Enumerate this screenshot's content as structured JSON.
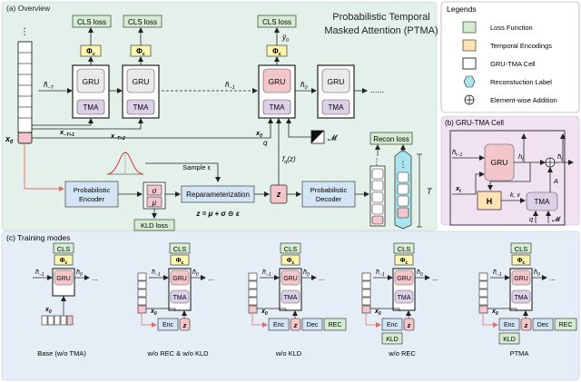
{
  "overview": {
    "section_label": "(a) Overview",
    "title_line1": "Probabilistic Temporal",
    "title_line2": "Masked Attention (PTMA)",
    "cls_loss": "CLS loss",
    "phi_c": "Φ",
    "phi_sub": "c",
    "y0": "ŷ",
    "y0_sub": "0",
    "gru": "GRU",
    "tma": "TMA",
    "h_minus_T": "h̄",
    "h_minus_T_sub": "−T",
    "h_minus_1": "h̄",
    "h_minus_1_sub": "−1",
    "h0": "h̄",
    "h0_sub": "0",
    "x0": "x",
    "x0_sub": "0",
    "x_T1": "x",
    "x_T1_sub": "−T+1",
    "x_T2": "x",
    "x_T2_sub": "−T+2",
    "q": "q",
    "mask": "𝓜",
    "fq": "f",
    "fq_rest": "(z)",
    "fq_sub": "q",
    "sample": "Sample ε",
    "prob_encoder_line1": "Probabilistic",
    "prob_encoder_line2": "Encoder",
    "sigma": "σ",
    "mu": "μ",
    "reparam": "Reparameterization",
    "reparam_eq": "z = μ + σ ⊙ ε",
    "z": "z",
    "prob_decoder_line1": "Probabilistic",
    "prob_decoder_line2": "Decoder",
    "kld_loss": "KLD loss",
    "recon_loss": "Recon loss",
    "T": "T",
    "dots": "......",
    "dots_short": "..."
  },
  "legends": {
    "title": "Legends",
    "items": [
      {
        "label": "Loss Function",
        "color": "#d4ecd0"
      },
      {
        "label": "Temporal Encodings",
        "color": "#fde3b3"
      },
      {
        "label": "GRU-TMA Cell",
        "color": "#ffffff"
      },
      {
        "label": "Reconstuction Label",
        "color": "#a9e4ef"
      },
      {
        "label": "Element-wise Addition",
        "color": "#ffffff"
      }
    ]
  },
  "gru_tma_cell": {
    "section_label": "(b) GRU-TMA Cell",
    "h_prev": "h̄",
    "h_prev_sub": "t−1",
    "x_t": "x",
    "x_t_sub": "t",
    "gru": "GRU",
    "h_t": "h",
    "h_t_sub": "t",
    "h_bar_t": "h̄",
    "h_bar_t_sub": "t",
    "H": "H",
    "kv": "k, v",
    "A": "A",
    "tma": "TMA",
    "q": "q",
    "mask": "𝓜"
  },
  "training_modes": {
    "section_label": "(c) Training modes",
    "cls": "CLS",
    "phi": "Φ",
    "phi_sub": "c",
    "gru": "GRU",
    "tma": "TMA",
    "enc": "Enc",
    "dec": "Dec",
    "rec": "REC",
    "kld": "KLD",
    "z": "z",
    "x0": "x",
    "x0_sub": "0",
    "h1": "h̄",
    "h1_sub": "−1",
    "h0": "h̄",
    "h0_sub": "0",
    "modes": [
      {
        "caption": "Base (w/o TMA)"
      },
      {
        "caption": "w/o REC & w/o KLD"
      },
      {
        "caption": "w/o KLD"
      },
      {
        "caption": "w/o REC"
      },
      {
        "caption": "PTMA"
      }
    ]
  },
  "colors": {
    "overview_bg": "#e4f1ea",
    "cell_bg": "#f1e2f2",
    "modes_bg": "#e5edf7",
    "loss_green": "#d4ecd0",
    "temporal_orange": "#fde3b3",
    "gru_pink": "#f3c6cb",
    "gru_grey": "#eaeaea",
    "tma_purple": "#dcd0e8",
    "encoder_blue": "#d3e5f5",
    "phi_yellow": "#fdf6ae",
    "recon_cyan": "#a9e4ef",
    "red_arrow": "#e26c6c"
  }
}
